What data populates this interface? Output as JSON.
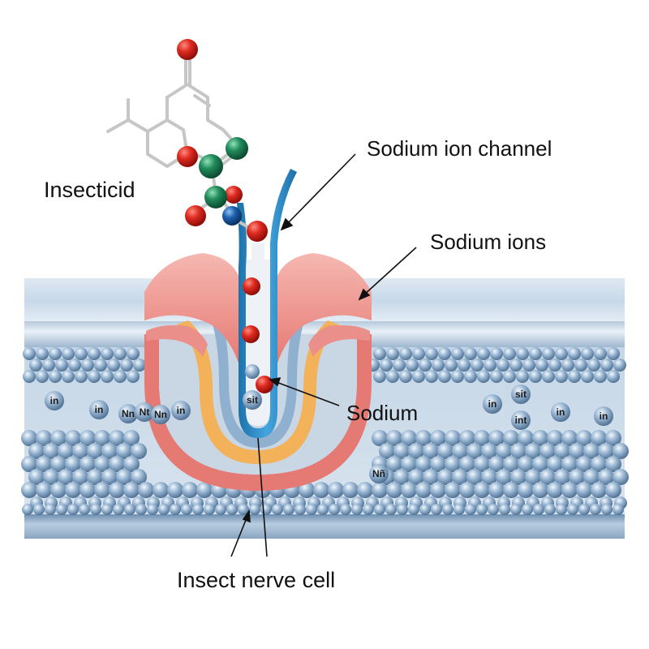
{
  "diagram": {
    "type": "biological-mechanism",
    "subject": "Insecticide binding to sodium ion channel in insect nerve cell",
    "labels": {
      "insecticide": "Insecticid",
      "sodium_ion_channel": "Sodium ion channel",
      "sodium_ions": "Sodium ions",
      "sodium": "Sodium",
      "insect_nerve_cell": "Insect nerve cell"
    },
    "membrane_ion_labels": [
      {
        "id": "ion-1",
        "text": "in"
      },
      {
        "id": "ion-2",
        "text": "in"
      },
      {
        "id": "ion-3",
        "text": "Nn"
      },
      {
        "id": "ion-4",
        "text": "Nt"
      },
      {
        "id": "ion-5",
        "text": "Nn"
      },
      {
        "id": "ion-6",
        "text": "in"
      },
      {
        "id": "ion-7",
        "text": "sit"
      },
      {
        "id": "ion-8",
        "text": "in"
      },
      {
        "id": "ion-9",
        "text": "sit"
      },
      {
        "id": "ion-10",
        "text": "int"
      },
      {
        "id": "ion-11",
        "text": "in"
      },
      {
        "id": "ion-12",
        "text": "in"
      },
      {
        "id": "ion-13",
        "text": "Nñ"
      }
    ],
    "colors": {
      "oxygen_atom": "#d42a22",
      "carbon_atom": "#1f8a5a",
      "nitrogen_atom": "#1d5fae",
      "bond": "#c8c8c8",
      "channel_tube": "#2a86c2",
      "channel_outer": "#e98a85",
      "channel_middle": "#f3b25a",
      "membrane_fill": "#c5d6e6",
      "lipid_sphere": "#8fb0cf",
      "sodium_ion": "#d9261c"
    }
  }
}
